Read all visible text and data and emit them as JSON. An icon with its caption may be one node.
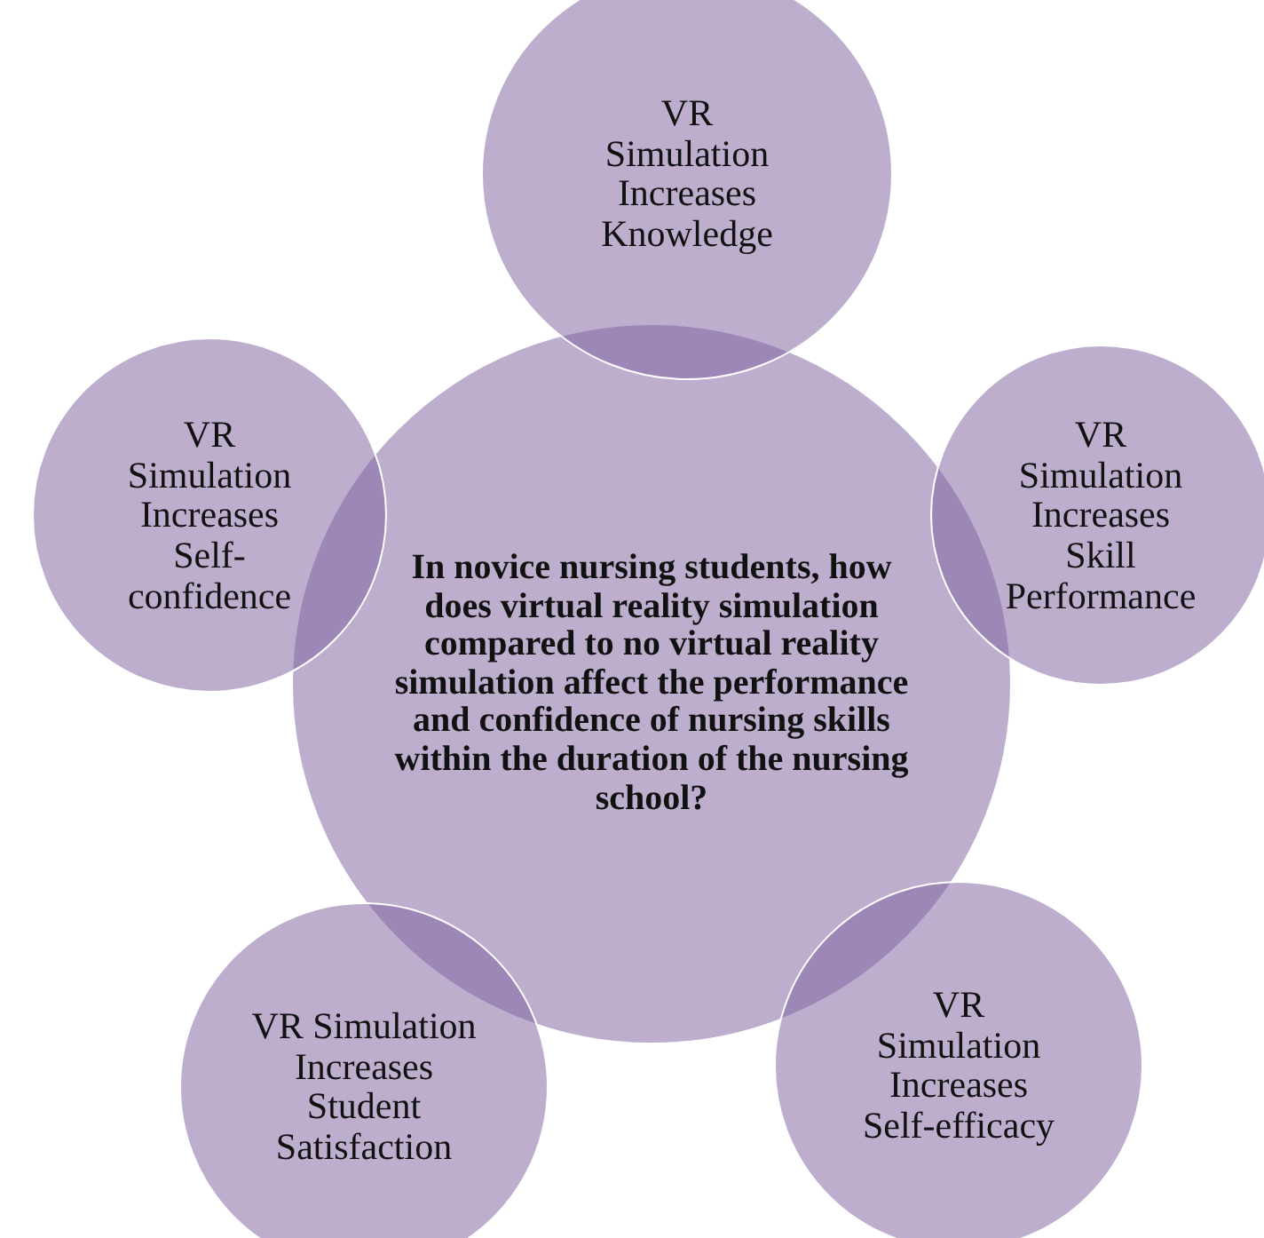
{
  "diagram": {
    "nodes": [
      {
        "text": [
          "In novice nursing students, how does virtual reality simulation compared to no virtual reality simulation affect the performance and confidence of nursing skills within the duration of the nursing school?"
        ]
      },
      {
        "text": [
          "VR Simulation Increases Knowledge"
        ]
      },
      {
        "text": [
          "VR Simulation Increases Self-confidence"
        ]
      },
      {
        "text": [
          "VR Simulation Increases Skill Performance"
        ]
      },
      {
        "text": [
          "VR Simulation Increases Student Satisfaction"
        ]
      },
      {
        "text": [
          "VR Simulation Increases Self-efficacy"
        ]
      }
    ]
  }
}
